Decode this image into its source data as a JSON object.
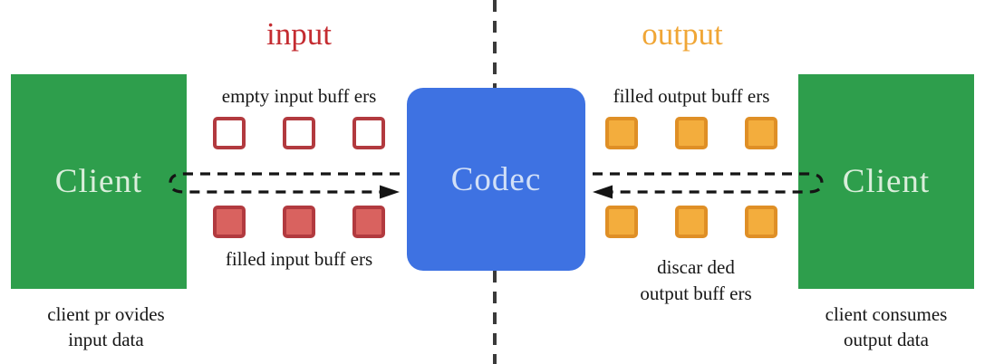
{
  "diagram": {
    "title_input": "input",
    "title_output": "output",
    "codec_label": "Codec",
    "left_client": {
      "label": "Client",
      "caption_line1": "client pr ovides",
      "caption_line2": "input data"
    },
    "right_client": {
      "label": "Client",
      "caption_line1": "client consumes",
      "caption_line2": "output data"
    },
    "buffers": {
      "empty_input_label": "empty input buff ers",
      "filled_input_label": "filled input buff ers",
      "filled_output_label": "filled output buff ers",
      "discarded_line1": "discar ded",
      "discarded_line2": "output buff ers"
    }
  },
  "colors": {
    "client-green": "#2e9e4c",
    "client-text": "#daeedb",
    "codec-blue": "#3e72e2",
    "codec-text": "#d2e0f7",
    "input-red": "#c42c31",
    "buffer-red-border": "#b23a3f",
    "buffer-red-fill": "#d9625f",
    "output-orange": "#f0a636",
    "buffer-orange-border": "#df8f26",
    "buffer-orange-fill": "#f3ad3d",
    "divider-gray": "#3a3a3a",
    "arrow-black": "#141414"
  }
}
